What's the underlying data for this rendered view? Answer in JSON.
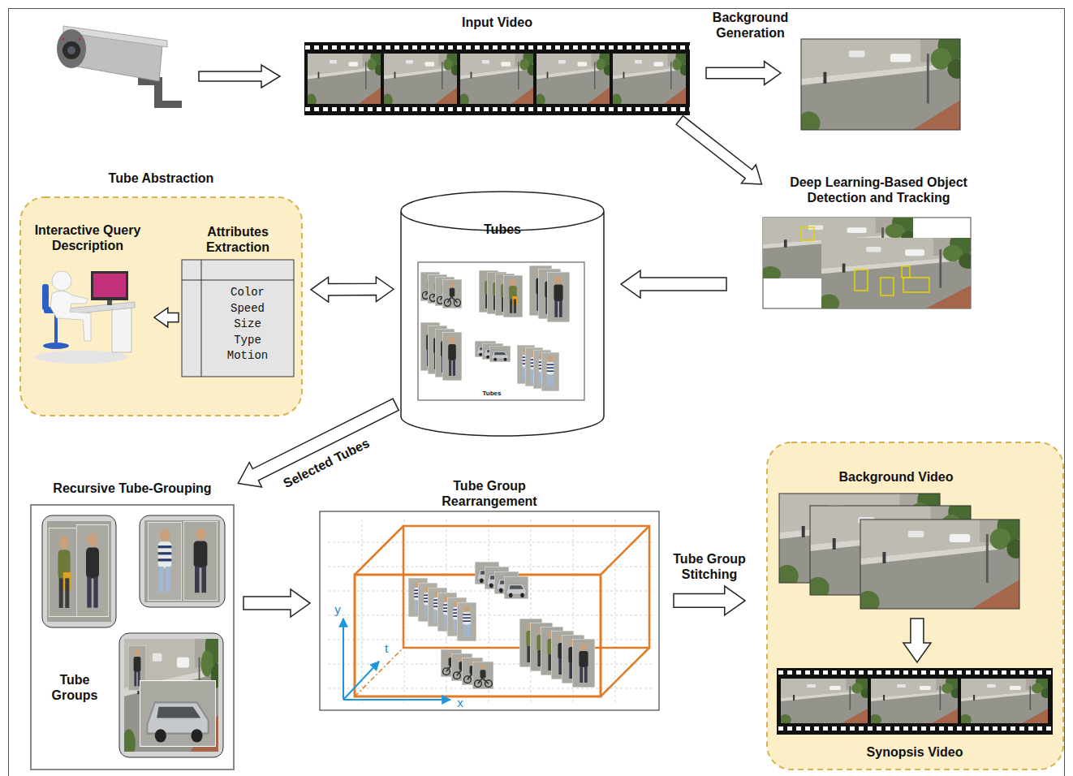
{
  "diagram": {
    "nodes": [
      {
        "text": [
          "Input Video"
        ]
      },
      {
        "text": [
          "Background Generation"
        ]
      },
      {
        "text": [
          "Deep Learning-Based Object Detection and Tracking"
        ]
      },
      {
        "text": [
          "Tubes"
        ]
      },
      {
        "text": [
          "Tube Abstraction"
        ]
      },
      {
        "text": [
          "Interactive Query Description"
        ],
        "in": 4
      },
      {
        "text": [
          "Attributes Extraction"
        ],
        "in": 4
      },
      {
        "text": [
          "Recursive Tube-Grouping",
          "Tube Groups"
        ]
      },
      {
        "text": [
          "Tube Group Rearrangement"
        ]
      },
      {
        "text": [
          "Background Video"
        ]
      },
      {
        "text": [
          "Synopsis Video"
        ]
      }
    ],
    "edges": [
      {
        "from": 0,
        "to": 1,
        "arrow": "to"
      },
      {
        "from": 0,
        "to": 2,
        "arrow": "to"
      },
      {
        "from": 2,
        "to": 3,
        "arrow": "to"
      },
      {
        "from": 3,
        "to": 6,
        "arrow": "both"
      },
      {
        "from": 6,
        "to": 5,
        "arrow": "to"
      },
      {
        "from": 3,
        "to": 7,
        "label": "Selected Tubes",
        "arrow": "to"
      },
      {
        "from": 7,
        "to": 8,
        "arrow": "to"
      },
      {
        "from": 8,
        "to": 9,
        "label": "Tube Group Stitching",
        "arrow": "to"
      },
      {
        "from": 9,
        "to": 10,
        "arrow": "to"
      }
    ],
    "labels": [
      "Color",
      "Speed",
      "Size",
      "Type",
      "Motion",
      "Tubes",
      "y",
      "t",
      "x"
    ]
  }
}
